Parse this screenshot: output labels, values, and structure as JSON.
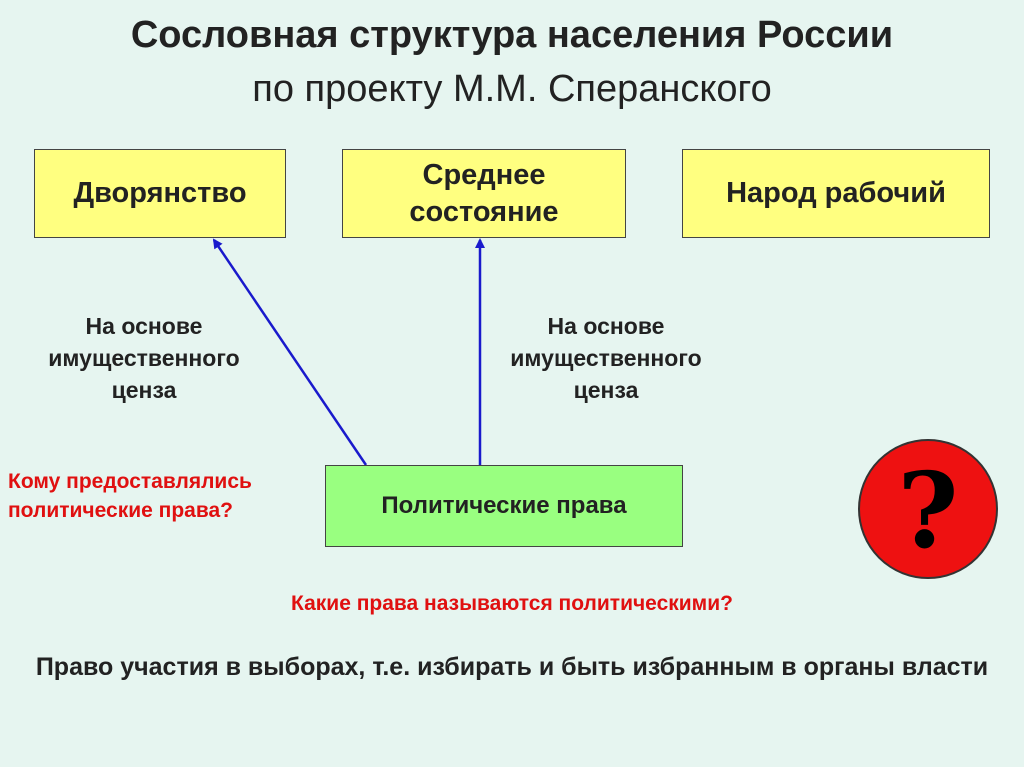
{
  "title": {
    "line1": "Сословная структура населения России",
    "line2": "по проекту  М.М. Сперанского"
  },
  "estates": {
    "nobility": "Дворянство",
    "middle": "Среднее состояние",
    "working": "Народ рабочий"
  },
  "political_rights": "Политические права",
  "basis_left": "На основе имущественного ценза",
  "basis_right": "На основе имущественного ценза",
  "question_who": "Кому предоставлялись политические права?",
  "question_what": "Какие права называются политическими?",
  "answer": "Право участия в выборах, т.е. избирать и быть избранным в органы власти",
  "question_symbol": "?",
  "colors": {
    "background": "#e6f5f0",
    "estate_box": "#ffff80",
    "rights_box": "#99ff80",
    "arrow": "#1a1acc",
    "question_text": "#e01010",
    "question_circle": "#ee1111"
  }
}
